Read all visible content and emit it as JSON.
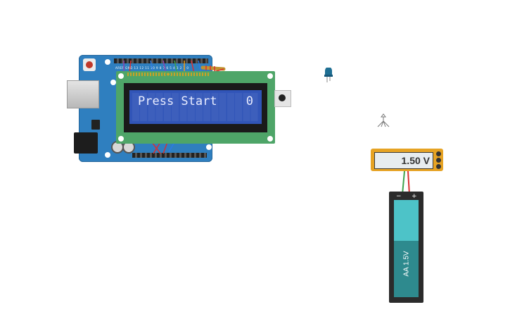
{
  "lcd": {
    "line1_left": "Press Start",
    "line1_right": "0"
  },
  "multimeter": {
    "reading": "1.50 V"
  },
  "battery": {
    "label": "AA 1.5V",
    "minus_sign": "−",
    "plus_sign": "+"
  },
  "colors": {
    "board": "#2f7fbf",
    "lcd_pcb": "#4ea568",
    "lcd_screen": "#3155b8",
    "meter": "#e6a324",
    "battery_top": "#4dc3c8",
    "battery_bottom": "#2e8a8e",
    "wire_red": "#d93030",
    "wire_green": "#3fa34d"
  },
  "icons": {
    "led": "led-icon",
    "sensor": "sensor-icon",
    "pushbutton": "pushbutton-icon"
  }
}
